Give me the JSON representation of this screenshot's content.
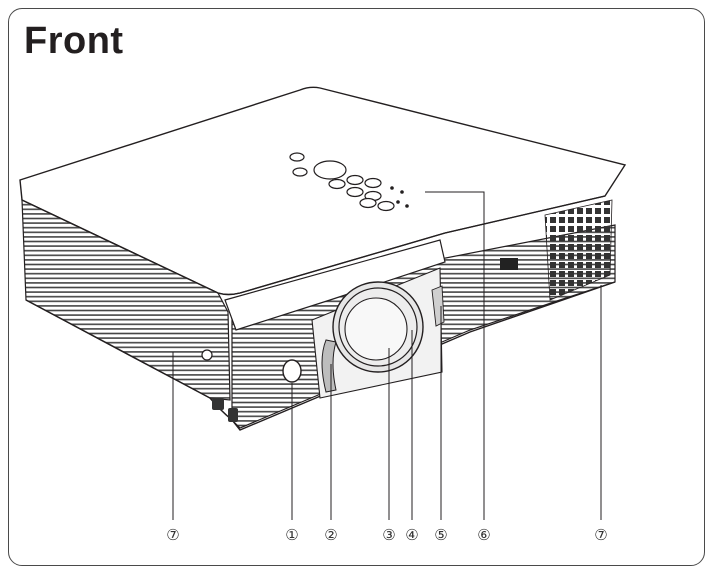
{
  "title": "Front",
  "callouts": [
    {
      "id": "7a",
      "glyph": "⑦"
    },
    {
      "id": "1",
      "glyph": "①"
    },
    {
      "id": "2",
      "glyph": "②"
    },
    {
      "id": "3",
      "glyph": "③"
    },
    {
      "id": "4",
      "glyph": "④"
    },
    {
      "id": "5",
      "glyph": "⑤"
    },
    {
      "id": "6",
      "glyph": "⑥"
    },
    {
      "id": "7b",
      "glyph": "⑦"
    }
  ],
  "colors": {
    "outline": "#231f20",
    "body": "#ffffff",
    "grille": "#555555"
  }
}
